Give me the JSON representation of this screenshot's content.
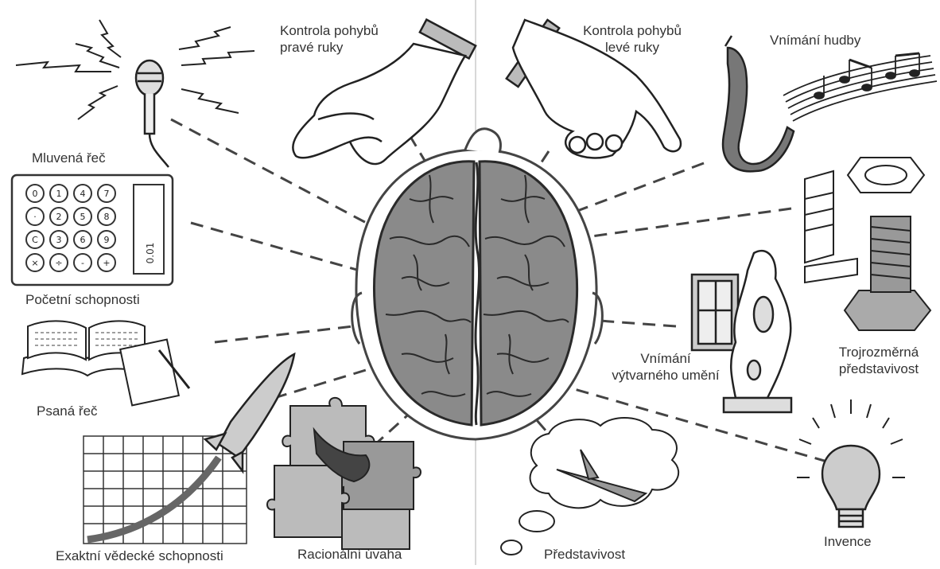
{
  "labels": {
    "right_hand": [
      "Kontrola pohybů",
      "pravé ruky"
    ],
    "left_hand": [
      "Kontrola pohybů",
      "levé ruky"
    ],
    "music": "Vnímání hudby",
    "speech": "Mluvená řeč",
    "numeric": "Početní schopnosti",
    "written": "Psaná řeč",
    "science": "Exaktní vědecké schopnosti",
    "reasoning": "Racionální úvaha",
    "imagination": "Představivost",
    "art": [
      "Vnímání",
      "výtvarného umění"
    ],
    "spatial": [
      "Trojrozměrná",
      "představivost"
    ],
    "invention": "Invence"
  },
  "calculator": {
    "keys": [
      "0",
      "1",
      "4",
      "7",
      "·",
      "2",
      "5",
      "8",
      "C",
      "3",
      "6",
      "9",
      "×",
      "÷",
      "-",
      "+"
    ],
    "display": "0.01"
  }
}
